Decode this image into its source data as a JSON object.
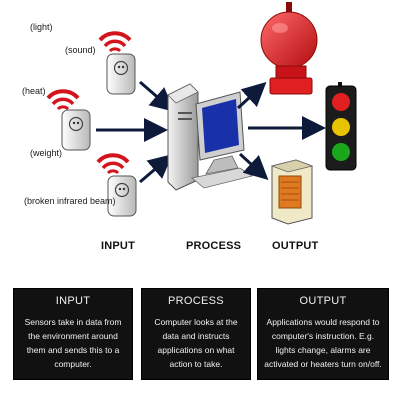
{
  "sensors": {
    "light": "(light)",
    "sound": "(sound)",
    "heat": "(heat)",
    "weight": "(weight)",
    "infrared": "(broken infrared beam)"
  },
  "stages": {
    "input": "INPUT",
    "process": "PROCESS",
    "output": "OUTPUT"
  },
  "panels": [
    {
      "title": "INPUT",
      "body": "Sensors take in data from the environment around them and sends this to a computer."
    },
    {
      "title": "PROCESS",
      "body": "Computer looks at the data and instructs applications on what action to take."
    },
    {
      "title": "OUTPUT",
      "body": "Applications would respond to computer's instruction. E.g. lights change, alarms are activated or heaters turn on/off."
    }
  ],
  "colors": {
    "arrow": "#0e1a3a",
    "signal": "#d4141c",
    "alarm": "#e02020",
    "traffic_red": "#e02020",
    "traffic_amber": "#e8c400",
    "traffic_green": "#1aa81a",
    "heater": "#e07a20",
    "panel_bg": "#111111"
  },
  "icons": {
    "sensor": "plug-sensor-icon",
    "computer": "computer-icon",
    "alarm": "alarm-bell-icon",
    "traffic_light": "traffic-light-icon",
    "heater": "heater-icon"
  }
}
